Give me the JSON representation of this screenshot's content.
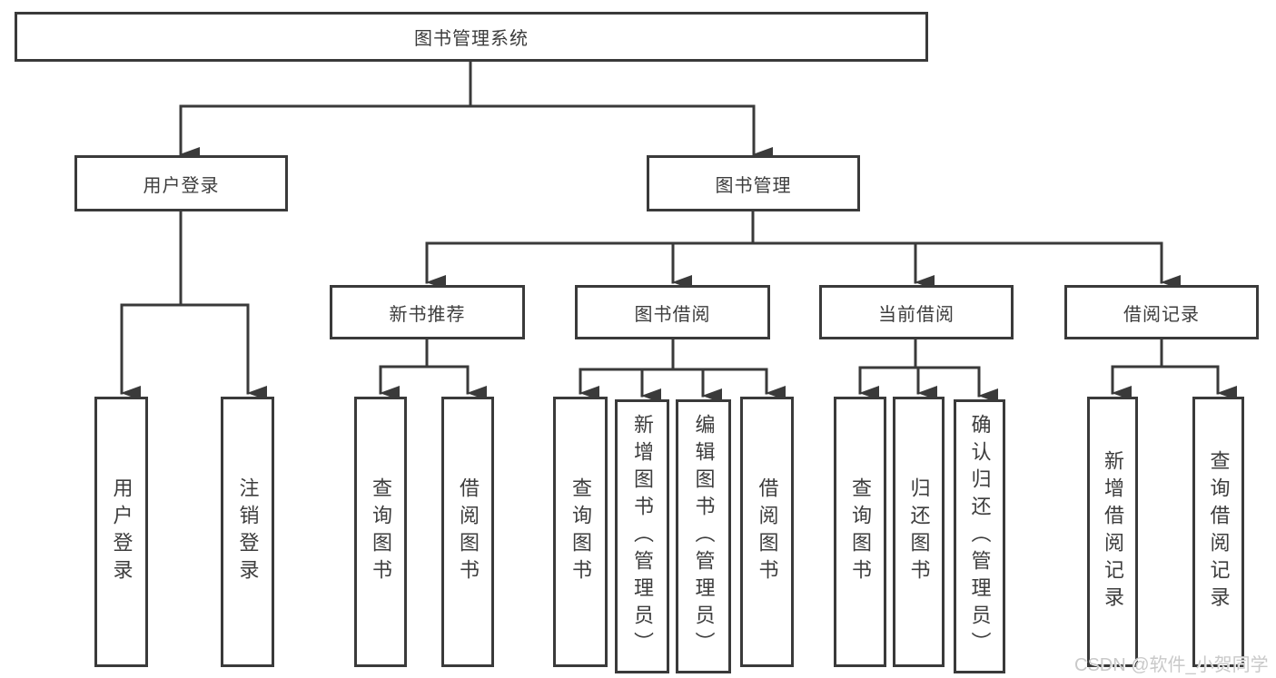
{
  "colors": {
    "line": "#3a3a3a",
    "text": "#3d3d3d",
    "background": "#ffffff",
    "watermark": "#c9c9c9"
  },
  "tree": {
    "root": {
      "id": "library-management-system",
      "label": "图书管理系统"
    },
    "branches": [
      {
        "id": "user-login",
        "label": "用户登录",
        "children": [
          {
            "id": "leaf-user-login",
            "label": "用户登录"
          },
          {
            "id": "leaf-logout",
            "label": "注销登录"
          }
        ]
      },
      {
        "id": "book-management",
        "label": "图书管理",
        "children": [
          {
            "id": "new-book-recommend",
            "label": "新书推荐",
            "children": [
              {
                "id": "rec-query-book",
                "label": "查询图书"
              },
              {
                "id": "rec-borrow-book",
                "label": "借阅图书"
              }
            ]
          },
          {
            "id": "book-borrowing",
            "label": "图书借阅",
            "children": [
              {
                "id": "bb-query-book",
                "label": "查询图书"
              },
              {
                "id": "bb-add-book-admin",
                "label": "新增图书（管理员）"
              },
              {
                "id": "bb-edit-book-admin",
                "label": "编辑图书（管理员）"
              },
              {
                "id": "bb-borrow-book",
                "label": "借阅图书"
              }
            ]
          },
          {
            "id": "current-borrowing",
            "label": "当前借阅",
            "children": [
              {
                "id": "cb-query-book",
                "label": "查询图书"
              },
              {
                "id": "cb-return-book",
                "label": "归还图书"
              },
              {
                "id": "cb-confirm-return-admin",
                "label": "确认归还（管理员）"
              }
            ]
          },
          {
            "id": "borrow-records",
            "label": "借阅记录",
            "children": [
              {
                "id": "br-add-record",
                "label": "新增借阅记录"
              },
              {
                "id": "br-query-record",
                "label": "查询借阅记录"
              }
            ]
          }
        ]
      }
    ]
  },
  "watermark": {
    "text": "CSDN @软件_小贺同学"
  }
}
